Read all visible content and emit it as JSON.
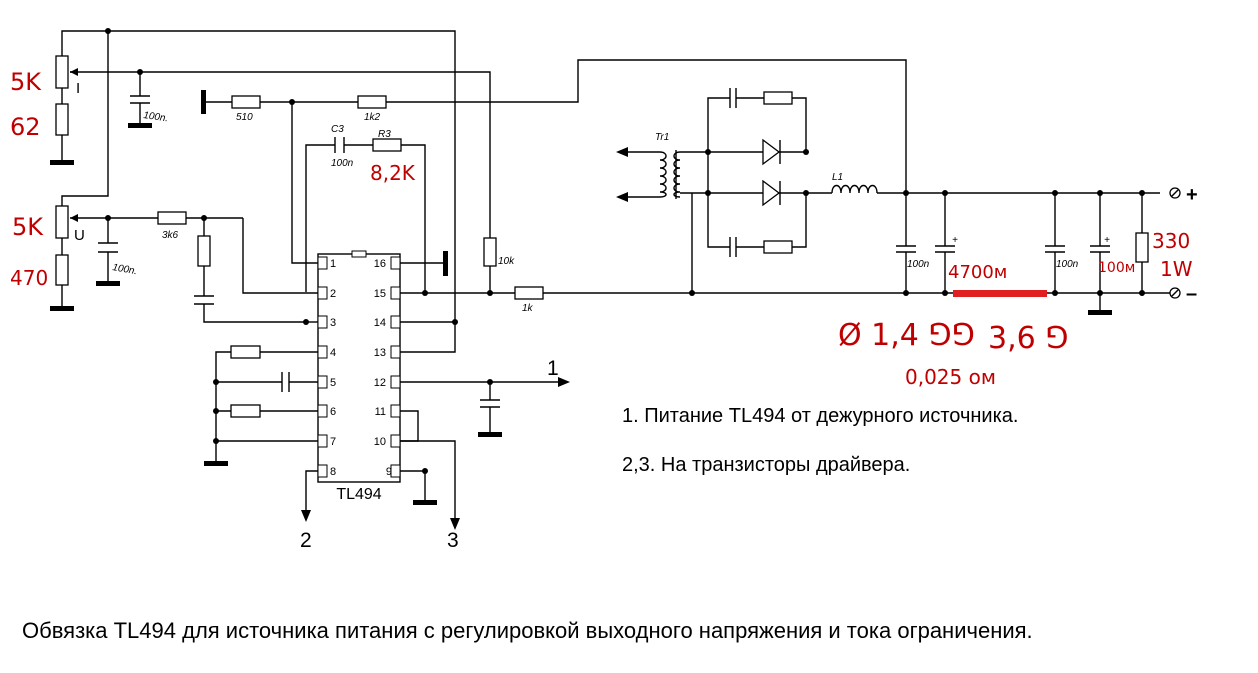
{
  "ic": {
    "name": "TL494",
    "pins_left": [
      "1",
      "2",
      "3",
      "4",
      "5",
      "6",
      "7",
      "8"
    ],
    "pins_right": [
      "16",
      "15",
      "14",
      "13",
      "12",
      "11",
      "10",
      "9"
    ]
  },
  "components": {
    "c_100n_top": "100n.",
    "r_510": "510",
    "r_1k2": "1k2",
    "c3": "C3",
    "c3_value": "100n",
    "r3": "R3",
    "r_3k6": "3k6",
    "r_10k": "10k",
    "r_1k": "1k",
    "c_100n_left": "100n.",
    "tr1": "Tr1",
    "l1": "L1",
    "c_out1": "100n",
    "c_out2": "100n",
    "plus_mark1": "+",
    "plus_mark2": "+"
  },
  "terminals": {
    "plus": "+",
    "minus": "–"
  },
  "pot_labels": {
    "current": "I",
    "voltage": "U"
  },
  "handwritten": {
    "pot1": "5K",
    "r_62": "62",
    "pot2": "5K",
    "r_470": "470",
    "r3_value": "8,2K",
    "cap_4700": "4700м",
    "cap_100m": "100м",
    "r_load_value": "330",
    "r_load_power": "1W",
    "wire_diameter": "Ø 1,4 ⅁⅁",
    "wire_length": "3,6 ⅁",
    "wire_resistance": "0,025 ом"
  },
  "outputs": {
    "out1": "1",
    "out2": "2",
    "out3": "3"
  },
  "notes": {
    "note1": "1. Питание TL494 от дежурного источника.",
    "note2": "2,3. На транзисторы драйвера."
  },
  "caption": "Обвязка TL494 для источника питания с регулировкой выходного напряжения и тока ограничения.",
  "colors": {
    "ink": "#000000",
    "hand_red": "#c00000",
    "shunt_red": "#e02020"
  }
}
